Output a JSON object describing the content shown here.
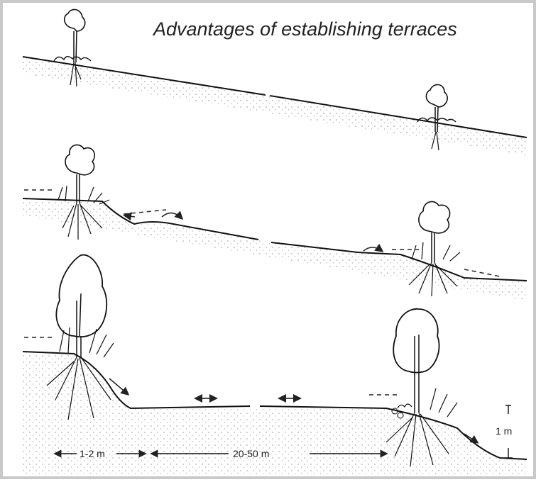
{
  "title": "Advantages of establishing terraces",
  "dimensions": {
    "bank_width": "1-2 m",
    "terrace_width": "20-50 m",
    "height": "1 m"
  }
}
